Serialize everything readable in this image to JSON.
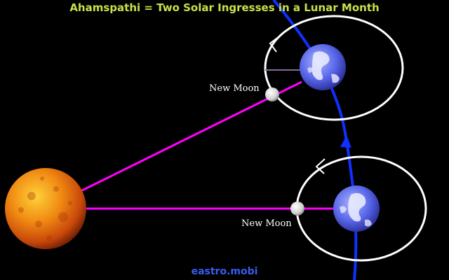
{
  "title": "Ahamspathi = Two Solar Ingresses in a Lunar Month",
  "labels": {
    "new_moon_top": "New Moon",
    "new_moon_bottom": "New Moon"
  },
  "footer": "eastro.mobi",
  "colors": {
    "title": "#c8e04a",
    "sun_line": "#ff00ff",
    "earth_path": "#1030ff",
    "moon_orbit": "#ffffff",
    "footer": "#3a5cf0"
  }
}
